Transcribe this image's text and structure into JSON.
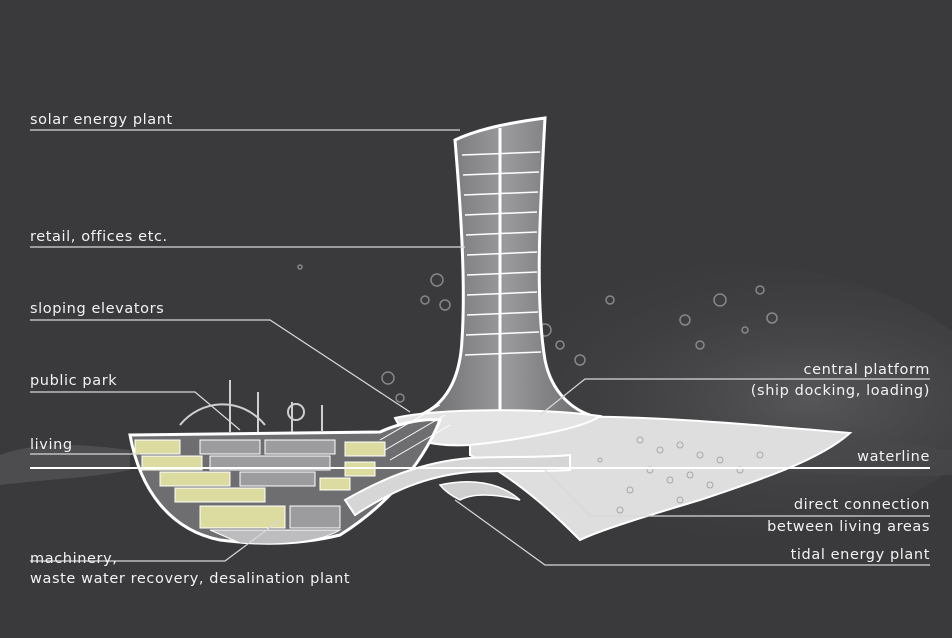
{
  "labels": {
    "solar": "solar energy plant",
    "retail": "retail, offices etc.",
    "elevators": "sloping elevators",
    "park": "public park",
    "living": "living",
    "machinery_1": "machinery,",
    "machinery_2": "waste water recovery, desalination plant",
    "platform_1": "central platform",
    "platform_2": "(ship docking, loading)",
    "waterline": "waterline",
    "connection_1": "direct connection",
    "connection_2": "between living areas",
    "tidal": "tidal energy plant"
  },
  "colors": {
    "background": "#3a3a3c",
    "structure": "#e9e9e9",
    "living_units": "#dcdca0",
    "interior": "#8e8e8e",
    "outline": "#ffffff",
    "text": "#f2f2f2"
  }
}
